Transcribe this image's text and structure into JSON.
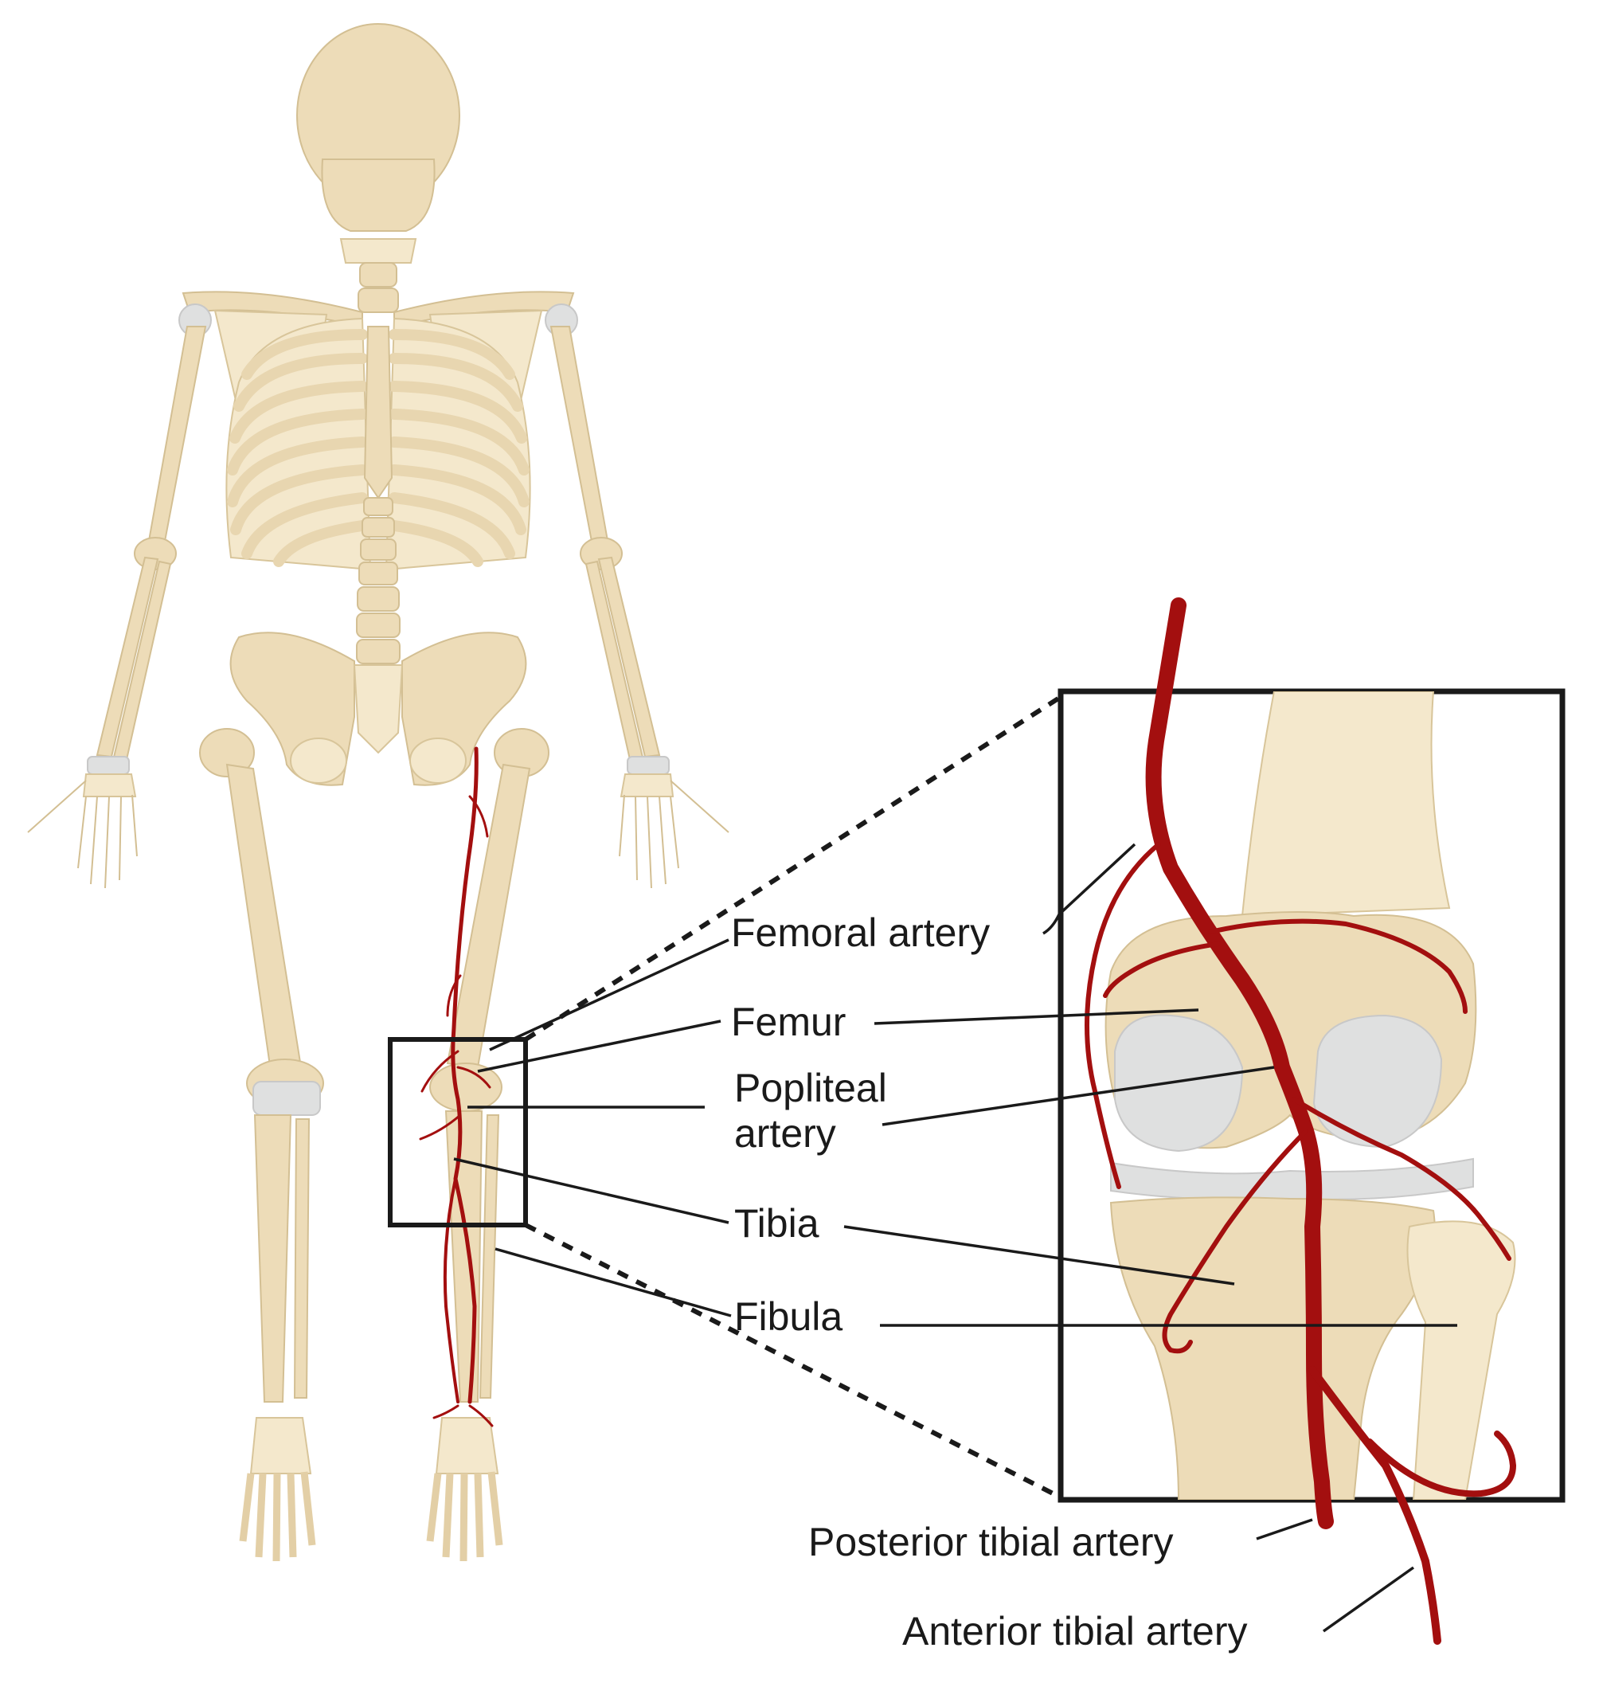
{
  "labels": {
    "femoral_artery": "Femoral artery",
    "femur": "Femur",
    "popliteal_artery_line1": "Popliteal",
    "popliteal_artery_line2": "artery",
    "tibia": "Tibia",
    "fibula": "Fibula",
    "posterior_tibial_artery": "Posterior tibial artery",
    "anterior_tibial_artery": "Anterior tibial artery"
  },
  "colors": {
    "bone": "#eddcb8",
    "artery": "#a30f0f",
    "cartilage": "#dfe0e0",
    "background": "#ffffff"
  }
}
